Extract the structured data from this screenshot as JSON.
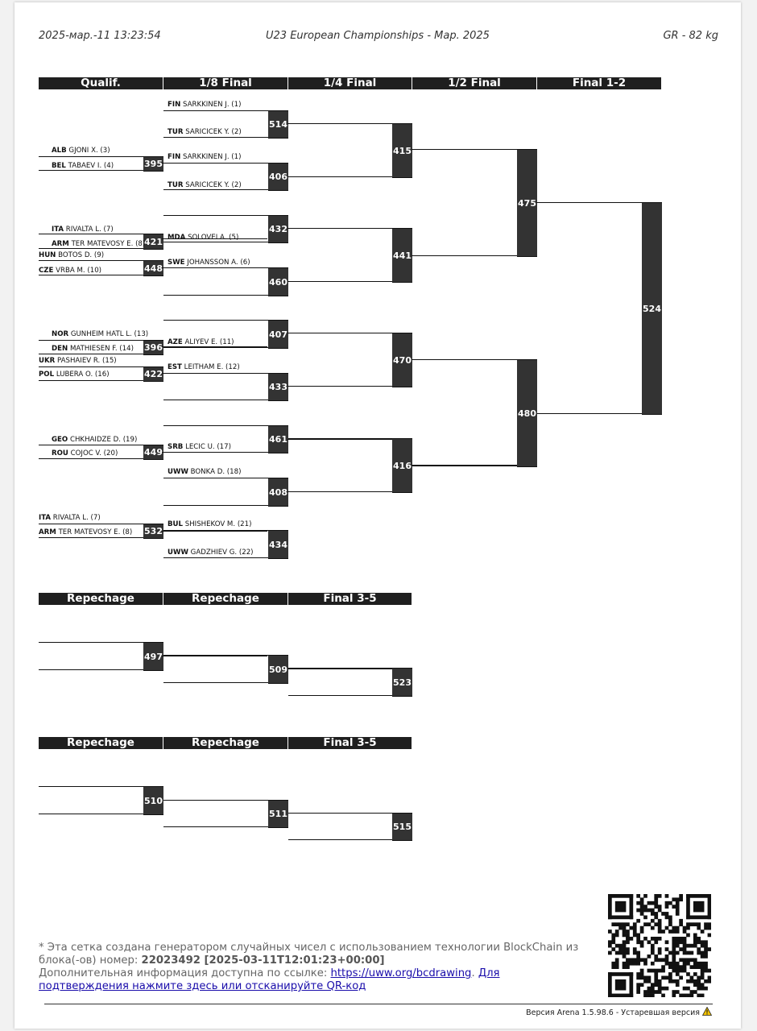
{
  "header": {
    "timestamp": "2025-мар.-11 13:23:54",
    "event": "U23 European Championships - Мар. 2025",
    "category": "GR - 82 kg"
  },
  "main_headers": [
    "Qualif.",
    "1/8 Final",
    "1/4 Final",
    "1/2 Final",
    "Final 1-2"
  ],
  "rep1_headers": [
    "Repechage",
    "Repechage",
    "Final 3-5"
  ],
  "rep2_headers": [
    "Repechage",
    "Repechage",
    "Final 3-5"
  ],
  "entries": [
    {
      "country": "FIN",
      "name": "SARKKINEN J. (1)"
    },
    {
      "country": "TUR",
      "name": "SARICICEK Y. (2)"
    },
    {
      "country": "ALB",
      "name": "GJONI X. (3)"
    },
    {
      "country": "BEL",
      "name": "TABAEV I. (4)"
    },
    {
      "country": "FIN",
      "name": "SARKKINEN J. (1)"
    },
    {
      "country": "TUR",
      "name": "SARICICEK Y. (2)"
    },
    {
      "country": "ITA",
      "name": "RIVALTA L. (7)"
    },
    {
      "country": "ARM",
      "name": "TER MATEVOSY E. (8)"
    },
    {
      "country": "MDA",
      "name": "SOLOVEI A. (5)"
    },
    {
      "country": "HUN",
      "name": "BOTOS D. (9)"
    },
    {
      "country": "CZE",
      "name": "VRBA M. (10)"
    },
    {
      "country": "SWE",
      "name": "JOHANSSON A. (6)"
    },
    {
      "country": "NOR",
      "name": "GUNHEIM HATL L. (13)"
    },
    {
      "country": "DEN",
      "name": "MATHIESEN F. (14)"
    },
    {
      "country": "AZE",
      "name": "ALIYEV E. (11)"
    },
    {
      "country": "UKR",
      "name": "PASHAIEV R. (15)"
    },
    {
      "country": "EST",
      "name": "LEITHAM E. (12)"
    },
    {
      "country": "POL",
      "name": "LUBERA O. (16)"
    },
    {
      "country": "GEO",
      "name": "CHKHAIDZE D. (19)"
    },
    {
      "country": "ROU",
      "name": "COJOC V. (20)"
    },
    {
      "country": "SRB",
      "name": "LECIC U. (17)"
    },
    {
      "country": "UWW",
      "name": "BONKA D. (18)"
    },
    {
      "country": "ITA",
      "name": "RIVALTA L. (7)"
    },
    {
      "country": "ARM",
      "name": "TER MATEVOSY E. (8)"
    },
    {
      "country": "BUL",
      "name": "SHISHEKOV M. (21)"
    },
    {
      "country": "UWW",
      "name": "GADZHIEV G. (22)"
    }
  ],
  "bouts": [
    "514",
    "395",
    "406",
    "415",
    "421",
    "432",
    "448",
    "441",
    "475",
    "460",
    "524",
    "407",
    "396",
    "470",
    "422",
    "433",
    "480",
    "461",
    "449",
    "416",
    "408",
    "532",
    "434",
    "497",
    "509",
    "523",
    "510",
    "511",
    "515"
  ],
  "footer": {
    "note_prefix": "* Эта сетка создана генератором случайных чисел с использованием технологии BlockChain из блока(-ов) номер: ",
    "block": "22023492 [2025-03-11T12:01:23+00:00]",
    "info_prefix": "Дополнительная информация доступна по ссылке: ",
    "link": "https://uww.org/bcdrawing",
    "confirm": "Для подтверждения нажмите здесь или отсканируйте QR-код",
    "version": "Версия Arena 1.5.98.6 - Устаревшая версия"
  }
}
